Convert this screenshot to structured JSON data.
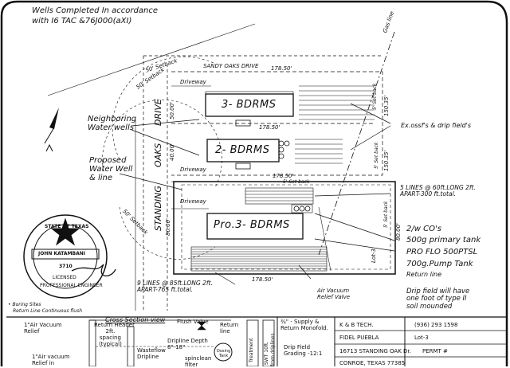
{
  "header": {
    "line1": "Wells Completed  In accordance",
    "line2": "with I6 TAC &76J000(aXI)"
  },
  "street_top": "SANDY OAKS DRIVE",
  "street_left": "DRIVE",
  "street_left2": "OAKS",
  "street_left3": "STANDING",
  "gas_line": "Gas line",
  "setbacks": {
    "s1": "50' Setback",
    "s2": "50' Setback",
    "s3": "50' Setback"
  },
  "driveways": [
    "Driveway",
    "Driveway",
    "Driveway"
  ],
  "houses": [
    {
      "label": "3- BDRMS"
    },
    {
      "label": "2- BDRMS"
    },
    {
      "label": "Pro.3- BDRMS"
    }
  ],
  "dims": {
    "d1": "178.50'",
    "d2": "178.50'",
    "d3": "178.50'",
    "d4": "178.50'",
    "d5": "50.00'",
    "d6": "40.00'",
    "d7": "80.00'",
    "d8": "80.00'",
    "d9": "150.35'",
    "d10": "150.35'",
    "sb1": "5' Set back",
    "sb2": "5' Set back",
    "sb3": "5' Set back",
    "sb4": "5' Set back"
  },
  "notes": {
    "neighboring": "Neighboring\nWater wells",
    "proposed": "Proposed\nWater Well\n& line",
    "exossf": "Ex.ossf's & drip field's",
    "lines_top": "5 LINES @ 60ft.LONG 2ft.\nAPART-300 ft.total.",
    "lines_bot": "9 LINES @ 85ft.LONG 2ft.\nAPART-765 ft.total.",
    "twow": "2/w CO's",
    "primary": "500g primary tank",
    "proflo": "PRO FLO 500PTSL",
    "pump": "700g.Pump Tank",
    "return_line": "Return line",
    "drip_note": "Drip field will have\none foot of type II\nsoil mounded",
    "air_vac": "Air Vacuum\nRelief Valve",
    "lot": "Lot-3"
  },
  "seal": {
    "state": "STATE OF TEXAS",
    "name": "JOHN KATAMBANI",
    "number": "3710",
    "lic": "LICENSED",
    "prof": "PROFESSIONAL ENGINEER"
  },
  "legend": {
    "l1": "• Boring Sites",
    "l2": "Return Line Continuous flush"
  },
  "cross_section": {
    "title": "Cross Section view",
    "air_vac": "1\"Air Vacuum\nRelief",
    "return_header": "Return Header",
    "spacing": "2ft.\nspacing\n(typical)",
    "flush_valve": "Flush Valve",
    "return": "Return\nline",
    "dripline_depth": "Dripline Depth\n8\"-18\"",
    "air_vac2": "1\"Air vacuum\nRelief in",
    "wasteflow": "Wasteflow\nDripline",
    "spinclean": "spinclean\nfilter",
    "dosing": "Dosing\nTank",
    "treatment": "Treatment",
    "swt": "SWT 10ft.",
    "from_driplines": "from driplines",
    "supply": "¾\" - Supply &\nReturn Monofold.",
    "drip_grading": "Drip Field\nGrading -12:1"
  },
  "title_block": {
    "company": "K & B TECH.",
    "phone": "(936) 293 1598",
    "owner": "FIDEL PUEBLA",
    "lot": "Lot-3",
    "address": "16713 STANDING OAK Dr.",
    "permit": "PERMT #",
    "city": "CONROE, TEXAS 77385"
  }
}
